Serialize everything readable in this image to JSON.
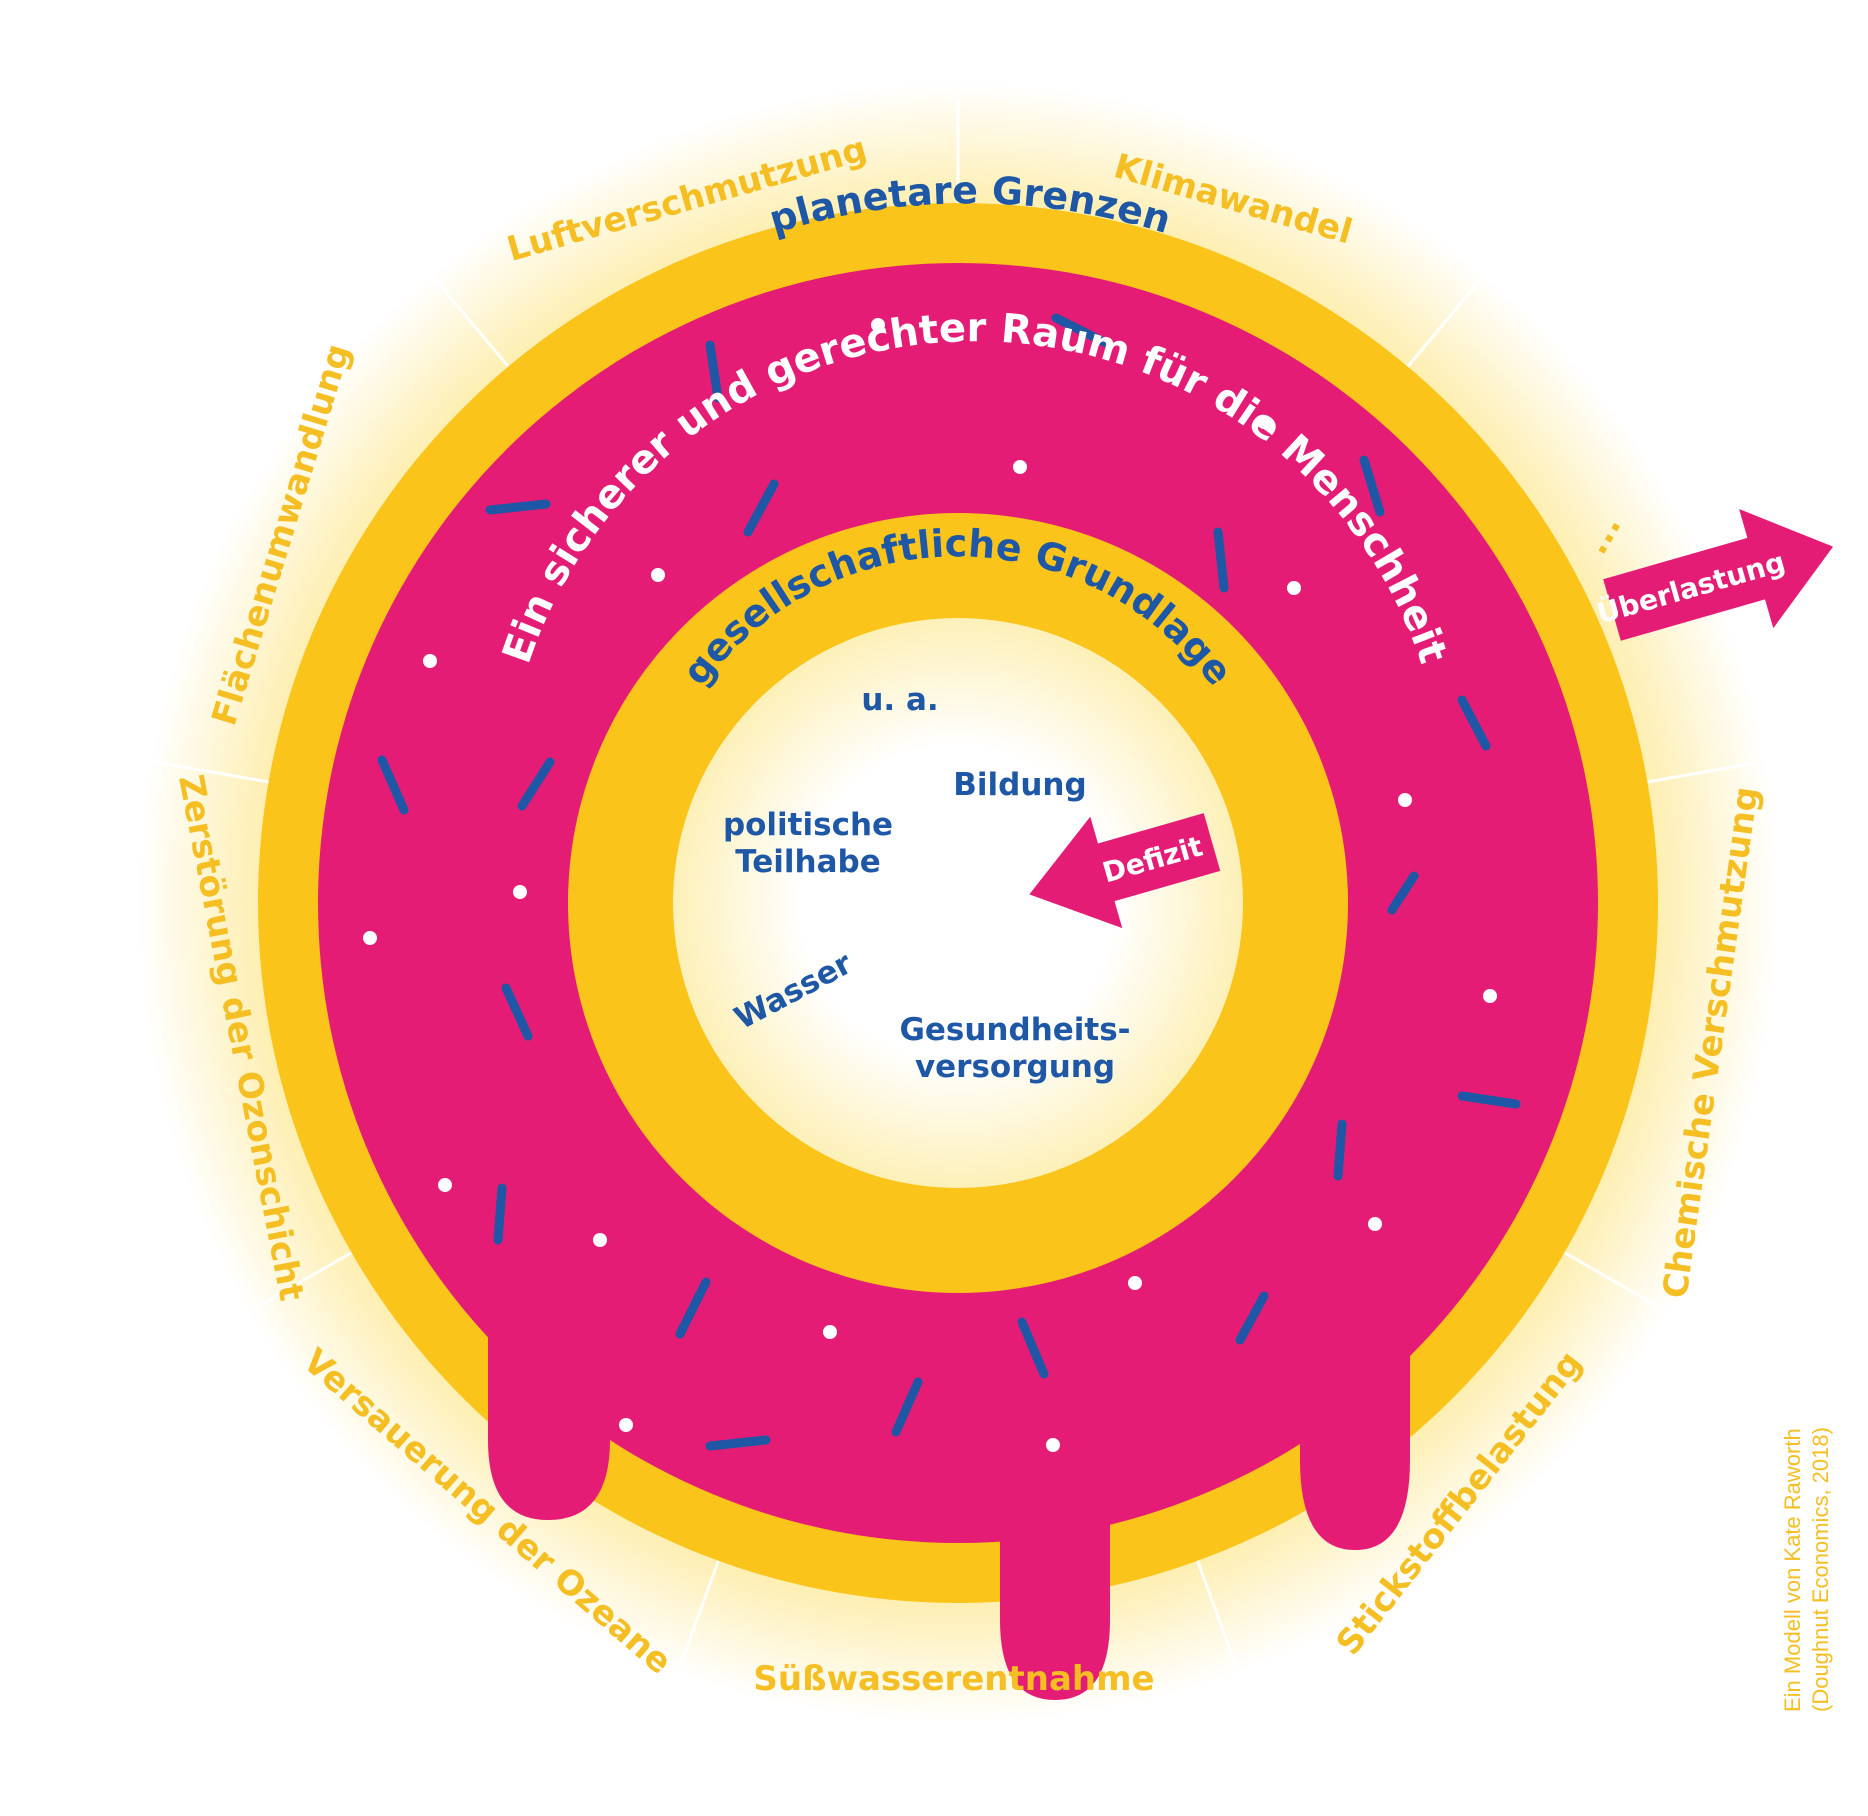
{
  "colors": {
    "yellow": "#fbc41a",
    "pink": "#e51c75",
    "blue": "#1d57a5",
    "glow": "#fde68a",
    "sector_text": "#f5be22",
    "white": "#ffffff"
  },
  "outer_ring_title": "planetare Grenzen",
  "safe_space_title": "Ein sicherer und gerechter Raum für die Menschheit",
  "inner_ring_title": "gesellschaftliche Grundlage",
  "planetary_boundaries": [
    "Luftverschmutzung",
    "Klimawandel",
    "...",
    "Chemische Verschmutzung",
    "Stickstoffbelastung",
    "Süßwasserentnahme",
    "Versauerung der Ozeane",
    "Zerstörung der Ozonschicht",
    "Flächenumwandlung"
  ],
  "social_foundation_items": {
    "ua": "u. a.",
    "bildung": "Bildung",
    "politische_1": "politische",
    "politische_2": "Teilhabe",
    "wasser": "Wasser",
    "gesundheit_1": "Gesundheits-",
    "gesundheit_2": "versorgung"
  },
  "overshoot_label": "Überlastung",
  "shortfall_label": "Defizit",
  "credit_line_1": "Ein Modell von Kate Raworth",
  "credit_line_2": "(Doughnut Economics, 2018)"
}
